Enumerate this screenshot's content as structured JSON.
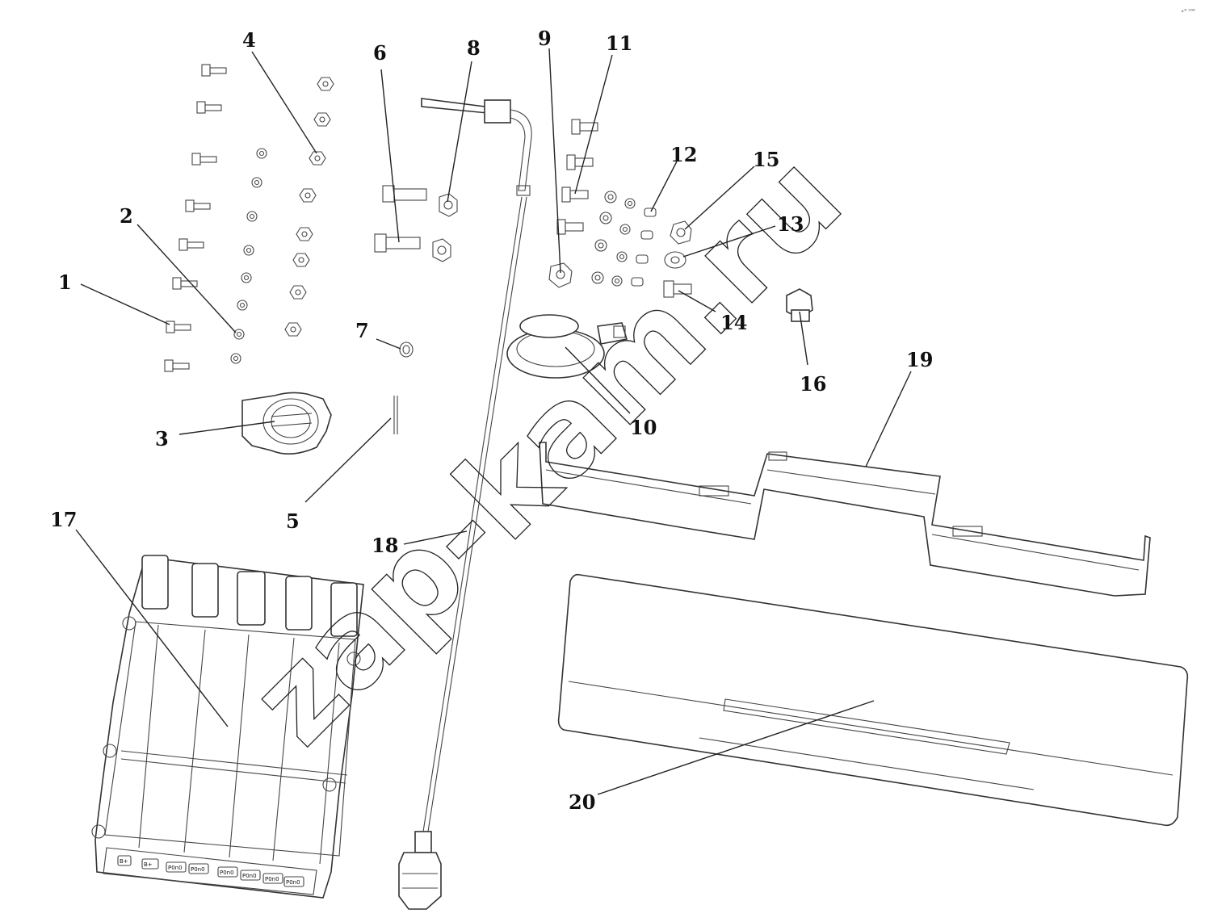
{
  "watermark": "zap-kam.ru",
  "corner_mark": "∘⁰ ⁿ⁰⁰",
  "callouts": [
    {
      "id": "1"
    },
    {
      "id": "2"
    },
    {
      "id": "3"
    },
    {
      "id": "4"
    },
    {
      "id": "5"
    },
    {
      "id": "6"
    },
    {
      "id": "7"
    },
    {
      "id": "8"
    },
    {
      "id": "9"
    },
    {
      "id": "10"
    },
    {
      "id": "11"
    },
    {
      "id": "12"
    },
    {
      "id": "13"
    },
    {
      "id": "14"
    },
    {
      "id": "15"
    },
    {
      "id": "16"
    },
    {
      "id": "17"
    },
    {
      "id": "18"
    },
    {
      "id": "19"
    },
    {
      "id": "20"
    }
  ],
  "controller_buttons": [
    "B+",
    "B+",
    "P0n0",
    "P0n0",
    "P0n0",
    "P0n0",
    "P0n0",
    "P0n0"
  ]
}
